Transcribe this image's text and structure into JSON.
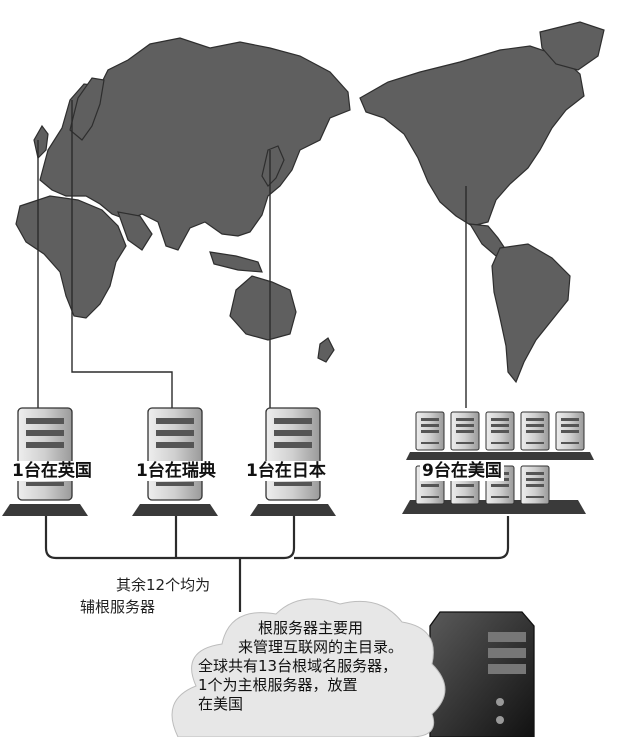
{
  "colors": {
    "land": "#5f5f5f",
    "land_border": "#2e2e2e",
    "line": "#2b2b2b",
    "server_light": "#d6d6d6",
    "server_dark": "#3a3a3a",
    "cloud": "#e7e7e7"
  },
  "labels": {
    "uk": "1台在英国",
    "sweden": "1台在瑞典",
    "japan": "1台在日本",
    "usa": "9台在美国"
  },
  "notes": {
    "secondary_line1": "其余12个均为",
    "secondary_line2": "辅根服务器"
  },
  "cloud": {
    "line1": "根服务器主要用",
    "line2": "来管理互联网的主目录。",
    "line3": "全球共有13台根域名服务器，",
    "line4": "1个为主根服务器，放置",
    "line5": "在美国"
  }
}
